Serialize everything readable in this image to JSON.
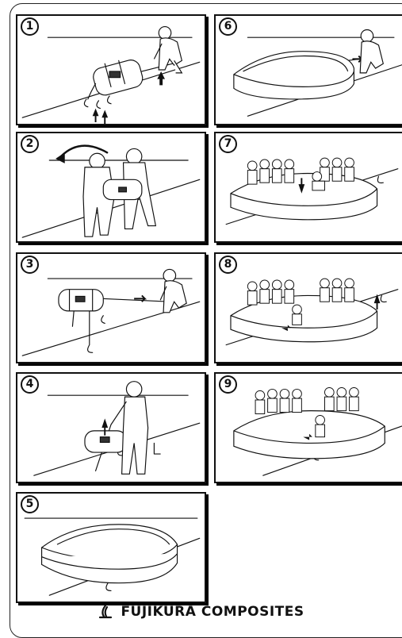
{
  "steps": [
    {
      "number": "1"
    },
    {
      "number": "2"
    },
    {
      "number": "3"
    },
    {
      "number": "4"
    },
    {
      "number": "5"
    },
    {
      "number": "6"
    },
    {
      "number": "7"
    },
    {
      "number": "8"
    },
    {
      "number": "9"
    }
  ],
  "footer": {
    "brand_name": "FUJIKURA COMPOSITES",
    "logo_icon": "fujikura-logo-icon"
  }
}
